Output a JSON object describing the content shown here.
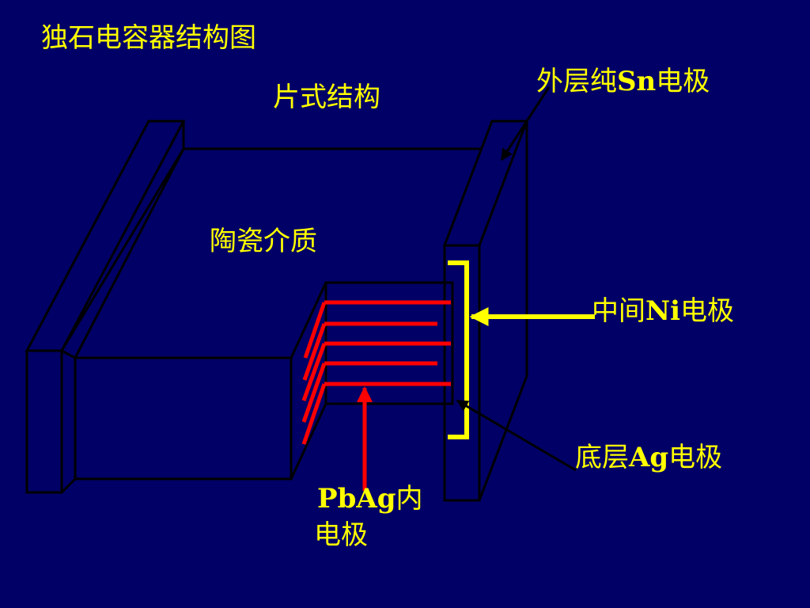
{
  "title": "独石电容器结构图",
  "subtitle": "片式结构",
  "labels": {
    "dielectric": "陶瓷介质",
    "outer_electrode_pre": "外层纯",
    "outer_electrode_sym": "Sn",
    "outer_electrode_post": "电极",
    "mid_electrode_pre": "中间",
    "mid_electrode_sym": "Ni",
    "mid_electrode_post": "电极",
    "base_electrode_pre": "底层",
    "base_electrode_sym": "Ag",
    "base_electrode_post": "电极",
    "inner_electrode_line1_sym": "PbAg",
    "inner_electrode_line1_post": "内",
    "inner_electrode_line2": "电极"
  },
  "colors": {
    "background": "#000066",
    "outline": "#000000",
    "text": "#ffff00",
    "inner_electrode": "#ff0000",
    "bracket": "#ffff00",
    "arrow_yellow": "#ffff00",
    "arrow_red": "#ff0000"
  }
}
